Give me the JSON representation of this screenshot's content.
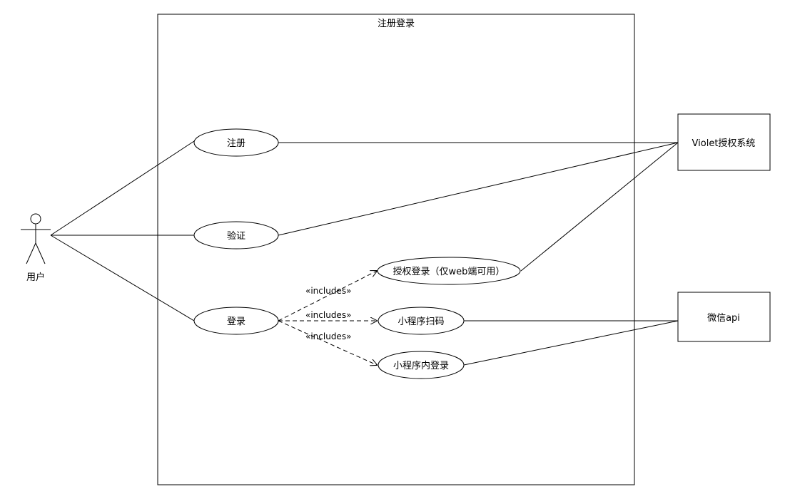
{
  "diagram": {
    "system": {
      "title": "注册登录"
    },
    "actor": {
      "label": "用户"
    },
    "use_cases": {
      "register": "注册",
      "verify": "验证",
      "login": "登录",
      "auth_login": "授权登录（仅web端可用）",
      "mini_scan": "小程序扫码",
      "mini_inner_login": "小程序内登录"
    },
    "external_systems": {
      "violet": "Violet授权系统",
      "wechat_api": "微信api"
    },
    "relations": {
      "includes_1": "«includes»",
      "includes_2": "«includes»",
      "includes_3": "«includes»"
    }
  }
}
